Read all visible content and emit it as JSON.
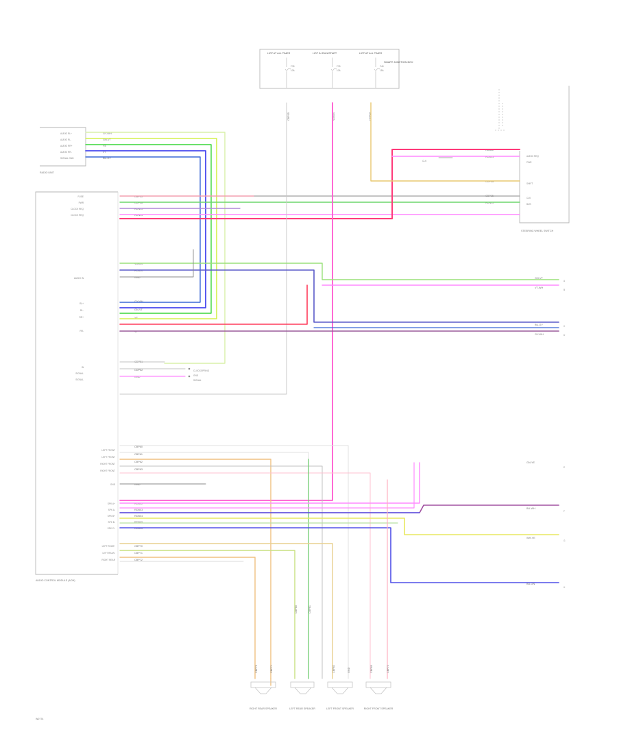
{
  "diagram": {
    "top_fuse_box": {
      "left_header": "HOT AT ALL TIMES",
      "center_header": "HOT IN RUN/START",
      "right_header": "HOT AT ALL TIMES",
      "box_label": "SMART JUNCTION BOX",
      "fuses": [
        {
          "label": "F35",
          "value": "10A"
        },
        {
          "label": "F39",
          "value": "10A"
        },
        {
          "label": "F48",
          "value": "15A"
        }
      ],
      "drop_wire_codes": [
        "CBP35",
        "VDB04",
        "CDP48"
      ]
    },
    "radio_unit": {
      "label": "RADIO UNIT",
      "pins": [
        "AUDIO RL+",
        "AUDIO RL-",
        "AUDIO RR+",
        "AUDIO RR-",
        "SIGNAL GND"
      ],
      "wire_codes": [
        "GY-WH",
        "GN-VT",
        "YE",
        "VT",
        "BU-GY"
      ]
    },
    "audio_control_module": {
      "label": "AUDIO CONTROL MODULE (ACM)",
      "pin_groups": [
        {
          "labels": [
            "FUSE",
            "PWR",
            "CLOCK REQ",
            "CLOCK REQ"
          ],
          "codes": [
            "CBP35",
            "CDP48",
            "RDN12",
            "RDN11"
          ]
        },
        {
          "labels": [
            "AUDIO IN",
            "",
            ""
          ],
          "codes": [
            "VDB04",
            "RCB10",
            "GND"
          ]
        },
        {
          "labels": [
            "RL+",
            "RL-",
            "RR+",
            "RR-"
          ],
          "codes": [
            "GY-WH",
            "GN-VT",
            "YE",
            "VT"
          ]
        },
        {
          "labels": [
            "IN",
            "SIGNAL",
            "SIGNAL"
          ],
          "codes": [
            "CDP51",
            "CDP52",
            "GND"
          ]
        },
        {
          "labels": [
            "LEFT FRONT",
            "LEFT FRONT",
            "RIGHT FRONT",
            "RIGHT FRONT",
            "GND"
          ],
          "codes": [
            "CBP60",
            "CBP61",
            "CBP62",
            "CBP63",
            "GND"
          ]
        },
        {
          "labels": [
            "SPK A+",
            "SPK A-",
            "SPK B+",
            "SPK B-",
            "SPK C+"
          ],
          "codes": [
            "RDB02",
            "RDB03",
            "RDB04",
            "RDB05",
            "RDB06"
          ]
        },
        {
          "labels": [
            "LEFT REAR+",
            "LEFT REAR-",
            "RIGHT REAR"
          ],
          "codes": [
            "CBP70",
            "CBP71",
            "CBP72"
          ]
        }
      ]
    },
    "clock_spring": {
      "label": "CLOCKSPRING",
      "pins": [
        "GND",
        "SIGNAL"
      ],
      "codes": [
        "CDP51",
        "CDP52"
      ]
    },
    "steering_wheel_switch": {
      "label": "STEERING WHEEL SWITCH",
      "pins": [
        "AUDIO REQ",
        "PWR",
        "SHIFT",
        "CLK",
        "BUS"
      ],
      "codes": [
        "RDB02",
        "RDB03",
        "CDP48",
        "CBP35",
        "RDN12"
      ]
    },
    "speakers": [
      {
        "label": "RIGHT REAR SPEAKER",
        "codes": [
          "CBP70",
          "CBP71"
        ]
      },
      {
        "label": "LEFT REAR SPEAKER",
        "codes": [
          "CBP60",
          "CBP61"
        ]
      },
      {
        "label": "LEFT FRONT SPEAKER",
        "codes": [
          "CBP62",
          "GND"
        ]
      },
      {
        "label": "RIGHT FRONT SPEAKER",
        "codes": [
          "CBP63",
          "CBP72"
        ]
      }
    ],
    "right_exits": [
      {
        "code": "GN-VT",
        "ref": "A"
      },
      {
        "code": "VT-WH",
        "ref": "B"
      },
      {
        "code": "BU-GY",
        "ref": "C"
      },
      {
        "code": "GY-WH",
        "ref": "D"
      },
      {
        "code": "GN-YE",
        "ref": "E"
      },
      {
        "code": "BU-WH",
        "ref": "F"
      },
      {
        "code": "WH-YE",
        "ref": "G"
      },
      {
        "code": "BU-GN",
        "ref": "H"
      }
    ],
    "footer_code": "W0774"
  }
}
